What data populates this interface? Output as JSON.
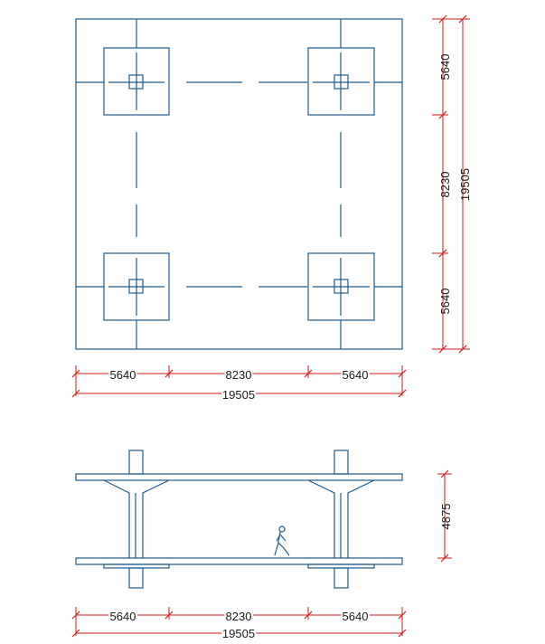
{
  "plan": {
    "dims_vertical": [
      "5640",
      "8230",
      "5640"
    ],
    "dim_vertical_total": "19505",
    "dims_horizontal": [
      "5640",
      "8230",
      "5640"
    ],
    "dim_horizontal_total": "19505"
  },
  "section": {
    "dim_height": "4875",
    "dims_horizontal": [
      "5640",
      "8230",
      "5640"
    ],
    "dim_horizontal_total": "19505"
  },
  "colors": {
    "structure": "#1f5a8a",
    "dimension": "#d11a1a",
    "text": "#1a1a1a"
  }
}
